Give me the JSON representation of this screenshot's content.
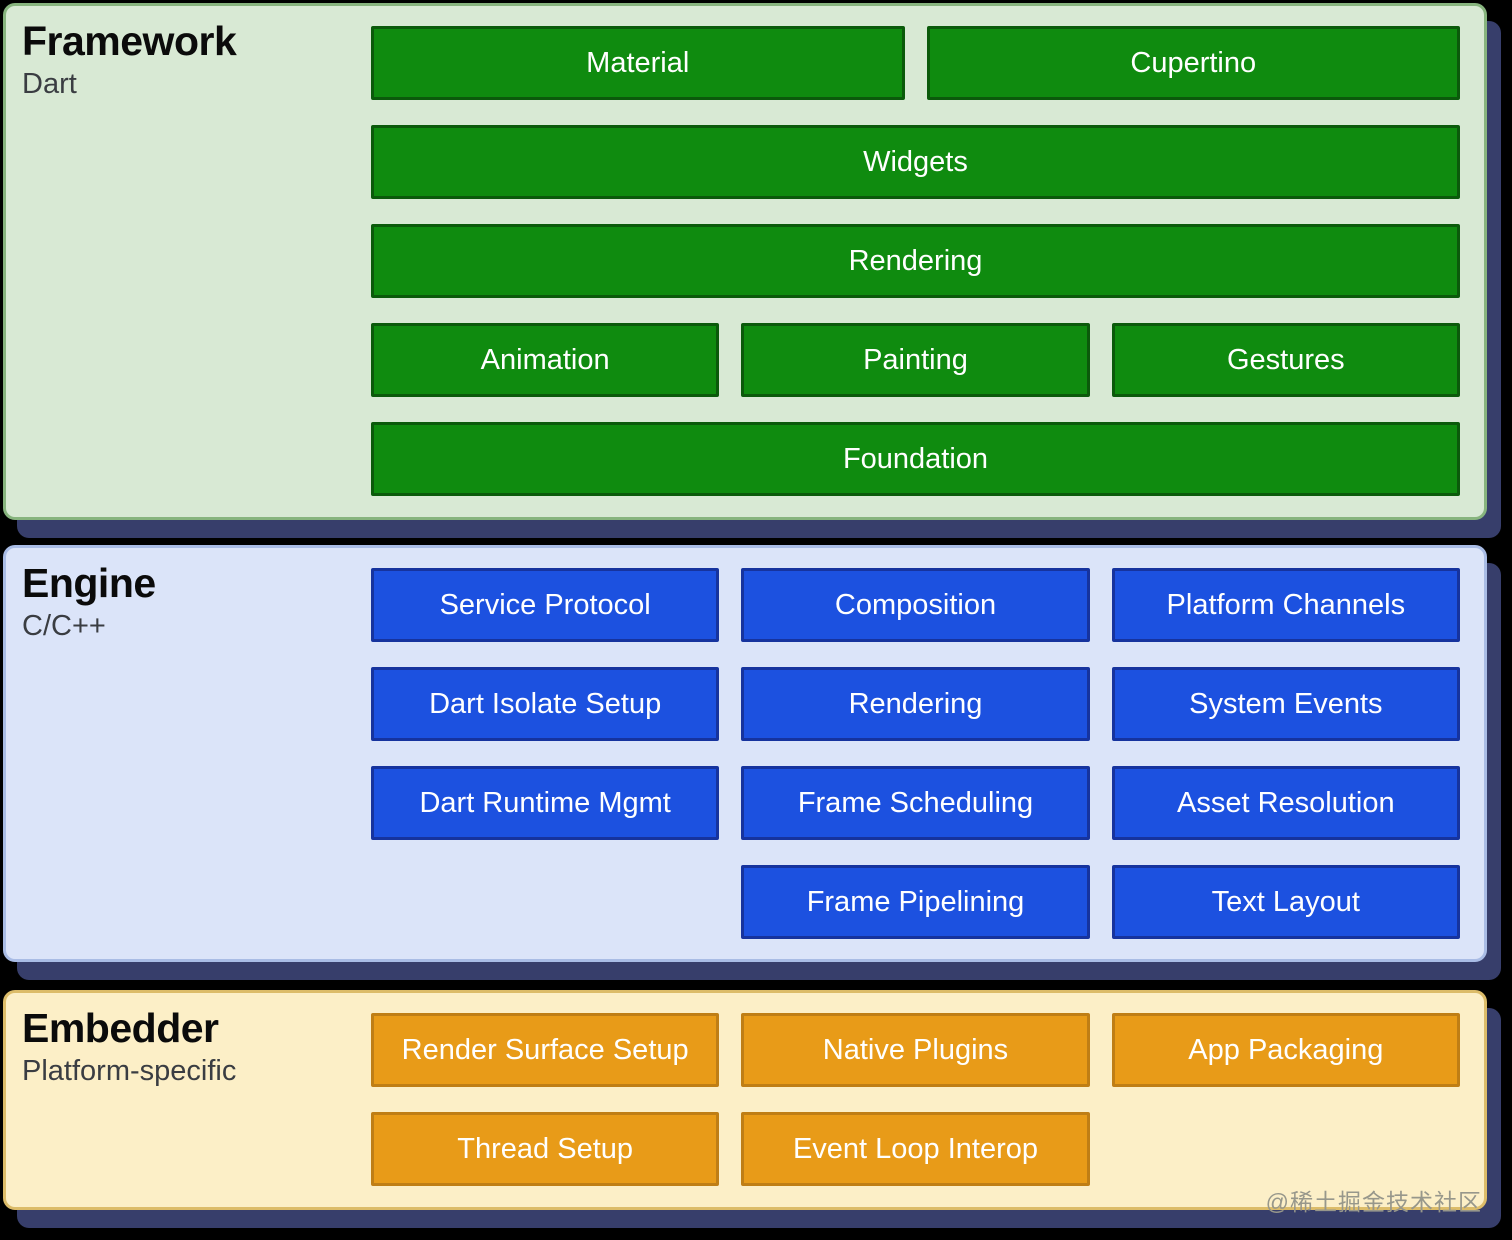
{
  "watermark": "@稀土掘金技术社区",
  "colors": {
    "page_background": "#000000",
    "panel_shadow": "#373E6B"
  },
  "sections": [
    {
      "id": "framework",
      "title": "Framework",
      "subtitle": "Dart",
      "colors": {
        "panel_bg": "#D8E9D4",
        "panel_border": "#87B47E",
        "box_bg": "#0F8B0F",
        "box_border": "#0B5A0B",
        "box_text": "#FFFFFF"
      },
      "rows": [
        [
          {
            "label": "Material",
            "start": 1,
            "span": 3
          },
          {
            "label": "Cupertino",
            "start": 4,
            "span": 3
          }
        ],
        [
          {
            "label": "Widgets",
            "start": 1,
            "span": 6
          }
        ],
        [
          {
            "label": "Rendering",
            "start": 1,
            "span": 6
          }
        ],
        [
          {
            "label": "Animation",
            "start": 1,
            "span": 2
          },
          {
            "label": "Painting",
            "start": 3,
            "span": 2
          },
          {
            "label": "Gestures",
            "start": 5,
            "span": 2
          }
        ],
        [
          {
            "label": "Foundation",
            "start": 1,
            "span": 6
          }
        ]
      ]
    },
    {
      "id": "engine",
      "title": "Engine",
      "subtitle": "C/C++",
      "colors": {
        "panel_bg": "#DBE4F9",
        "panel_border": "#A9BCE5",
        "box_bg": "#1C51E0",
        "box_border": "#16339E",
        "box_text": "#FFFFFF"
      },
      "rows": [
        [
          {
            "label": "Service Protocol",
            "start": 1,
            "span": 2
          },
          {
            "label": "Composition",
            "start": 3,
            "span": 2
          },
          {
            "label": "Platform Channels",
            "start": 5,
            "span": 2
          }
        ],
        [
          {
            "label": "Dart Isolate Setup",
            "start": 1,
            "span": 2
          },
          {
            "label": "Rendering",
            "start": 3,
            "span": 2
          },
          {
            "label": "System Events",
            "start": 5,
            "span": 2
          }
        ],
        [
          {
            "label": "Dart Runtime Mgmt",
            "start": 1,
            "span": 2
          },
          {
            "label": "Frame Scheduling",
            "start": 3,
            "span": 2
          },
          {
            "label": "Asset Resolution",
            "start": 5,
            "span": 2
          }
        ],
        [
          {
            "label": "Frame Pipelining",
            "start": 3,
            "span": 2
          },
          {
            "label": "Text Layout",
            "start": 5,
            "span": 2
          }
        ]
      ]
    },
    {
      "id": "embedder",
      "title": "Embedder",
      "subtitle": "Platform-specific",
      "colors": {
        "panel_bg": "#FCEFC7",
        "panel_border": "#DCBC69",
        "box_bg": "#E89B18",
        "box_border": "#BF7E15",
        "box_text": "#FFFFFF"
      },
      "rows": [
        [
          {
            "label": "Render Surface Setup",
            "start": 1,
            "span": 2
          },
          {
            "label": "Native Plugins",
            "start": 3,
            "span": 2
          },
          {
            "label": "App Packaging",
            "start": 5,
            "span": 2
          }
        ],
        [
          {
            "label": "Thread Setup",
            "start": 1,
            "span": 2
          },
          {
            "label": "Event Loop Interop",
            "start": 3,
            "span": 2
          }
        ]
      ]
    }
  ]
}
